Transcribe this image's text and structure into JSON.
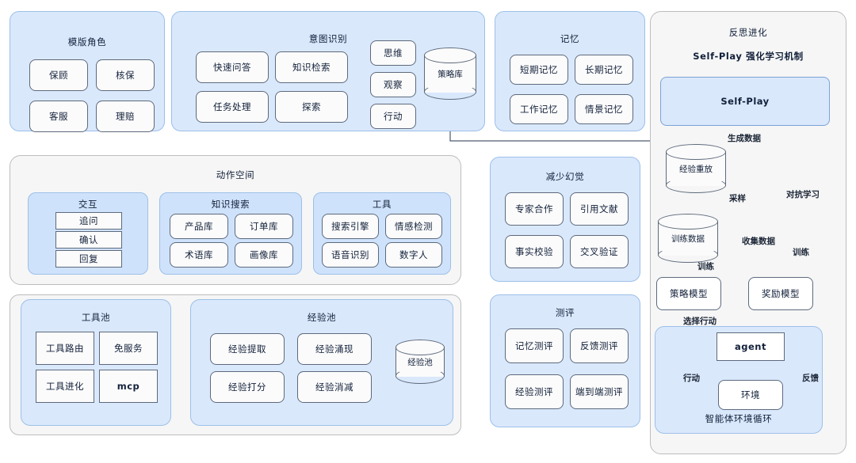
{
  "diagram": {
    "groups": {
      "template_roles": {
        "title": "模版角色",
        "nodes": [
          "保顾",
          "核保",
          "客服",
          "理赔"
        ]
      },
      "intent": {
        "title": "意图识别",
        "nodes": [
          "快速问答",
          "知识检索",
          "任务处理",
          "探索"
        ],
        "side_nodes": [
          "思维",
          "观察",
          "行动"
        ],
        "store": "策略库"
      },
      "memory": {
        "title": "记忆",
        "nodes": [
          "短期记忆",
          "长期记忆",
          "工作记忆",
          "情景记忆"
        ]
      },
      "action_space": {
        "title": "动作空间",
        "interaction": {
          "title": "交互",
          "nodes": [
            "追问",
            "确认",
            "回复"
          ]
        },
        "knowledge": {
          "title": "知识搜索",
          "nodes": [
            "产品库",
            "订单库",
            "术语库",
            "画像库"
          ]
        },
        "tools": {
          "title": "工具",
          "nodes": [
            "搜索引擎",
            "情感检测",
            "语音识别",
            "数字人"
          ]
        }
      },
      "hallucination": {
        "title": "减少幻觉",
        "nodes": [
          "专家合作",
          "引用文献",
          "事实校验",
          "交叉验证"
        ]
      },
      "pools": {
        "tool_pool": {
          "title": "工具池",
          "nodes": [
            "工具路由",
            "免服务",
            "工具进化",
            "mcp"
          ]
        },
        "exp_pool": {
          "title": "经验池",
          "nodes": [
            "经验提取",
            "经验涌现",
            "经验打分",
            "经验消减"
          ],
          "store": "经验池"
        }
      },
      "evaluation": {
        "title": "测评",
        "nodes": [
          "记忆测评",
          "反馈测评",
          "经验测评",
          "端到端测评"
        ]
      },
      "reflection": {
        "title": "反思进化",
        "subtitle": "Self-Play 强化学习机制",
        "selfplay": "Self-Play",
        "stores": [
          "经验重放",
          "训练数据"
        ],
        "models": [
          "策略模型",
          "奖励模型"
        ],
        "agent_loop": {
          "title": "智能体环境循环",
          "agent": "agent",
          "env": "环境"
        },
        "edge_labels": {
          "generate_data": "生成数据",
          "sampling": "采样",
          "adversarial": "对抗学习",
          "collect_data": "收集数据",
          "train_left": "训练",
          "train_right": "训练",
          "select_action": "选择行动",
          "action": "行动",
          "feedback": "反馈"
        }
      }
    },
    "colors": {
      "panel_fill": "#dae8fc",
      "panel_stroke": "#9cc0e8",
      "shell_fill": "#f6f6f6",
      "shell_stroke": "#bdbdbd",
      "node_stroke": "#5d6a7d",
      "wire": "#4d5b6e"
    }
  }
}
